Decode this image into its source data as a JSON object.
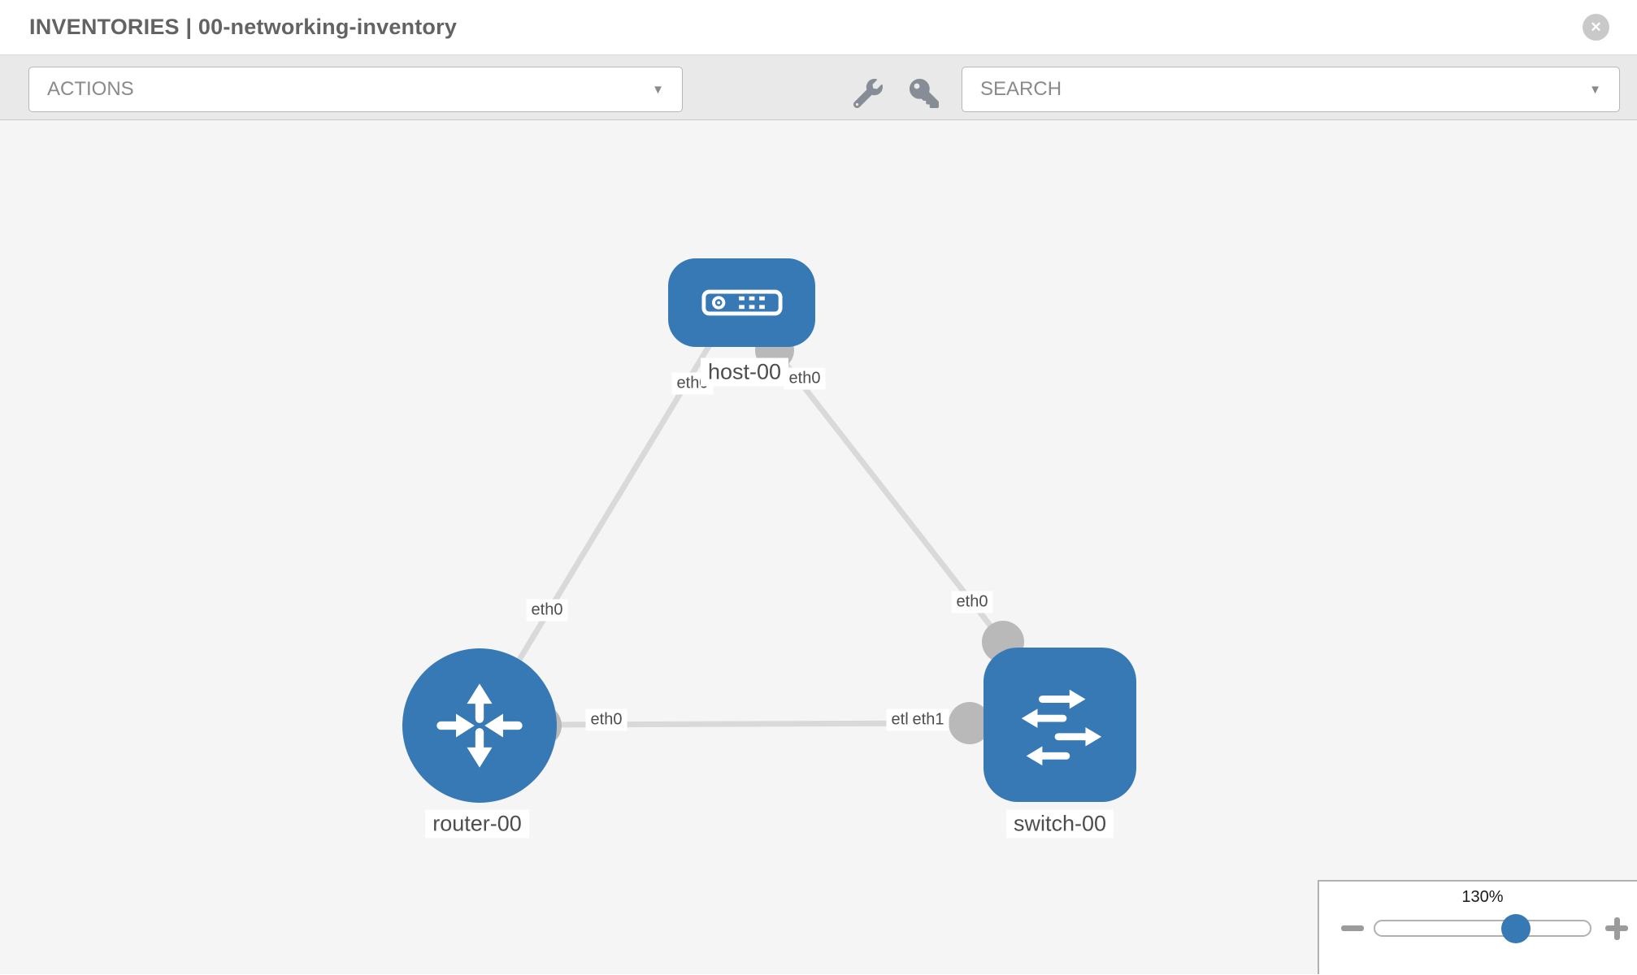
{
  "header": {
    "title": "INVENTORIES | 00-networking-inventory"
  },
  "toolbar": {
    "actions_label": "ACTIONS",
    "search_label": "SEARCH"
  },
  "icons": {
    "caret": "▼",
    "close": "✕",
    "wrench": "wrench-icon",
    "key": "key-icon",
    "minus": "−",
    "plus": "+"
  },
  "topology": {
    "nodes": [
      {
        "label": "host-00",
        "type": "host"
      },
      {
        "label": "router-00",
        "type": "router"
      },
      {
        "label": "switch-00",
        "type": "switch"
      }
    ],
    "links": [
      {
        "from": "host-00",
        "from_if": "eth0",
        "to": "router-00",
        "to_if": "eth0"
      },
      {
        "from": "host-00",
        "from_if": "eth0",
        "to": "switch-00",
        "to_if": "eth0"
      },
      {
        "from": "router-00",
        "from_if": "eth0",
        "to": "switch-00",
        "to_if": "eth1"
      }
    ],
    "interface_labels": {
      "host_left": "eth0",
      "host_right": "eth0",
      "link_host_router": "eth0",
      "link_host_switch": "eth0",
      "router_right": "eth0",
      "switch_left_bottom": "eth0",
      "switch_left_top": "eth1"
    }
  },
  "zoom_control": {
    "value": "130%"
  },
  "colors": {
    "node_blue": "#3779b5",
    "link_gray": "#d9d9d9",
    "port_gray": "#b9b9b9",
    "canvas_bg": "#f5f5f6",
    "toolbar_bg": "#e9e9e9"
  }
}
